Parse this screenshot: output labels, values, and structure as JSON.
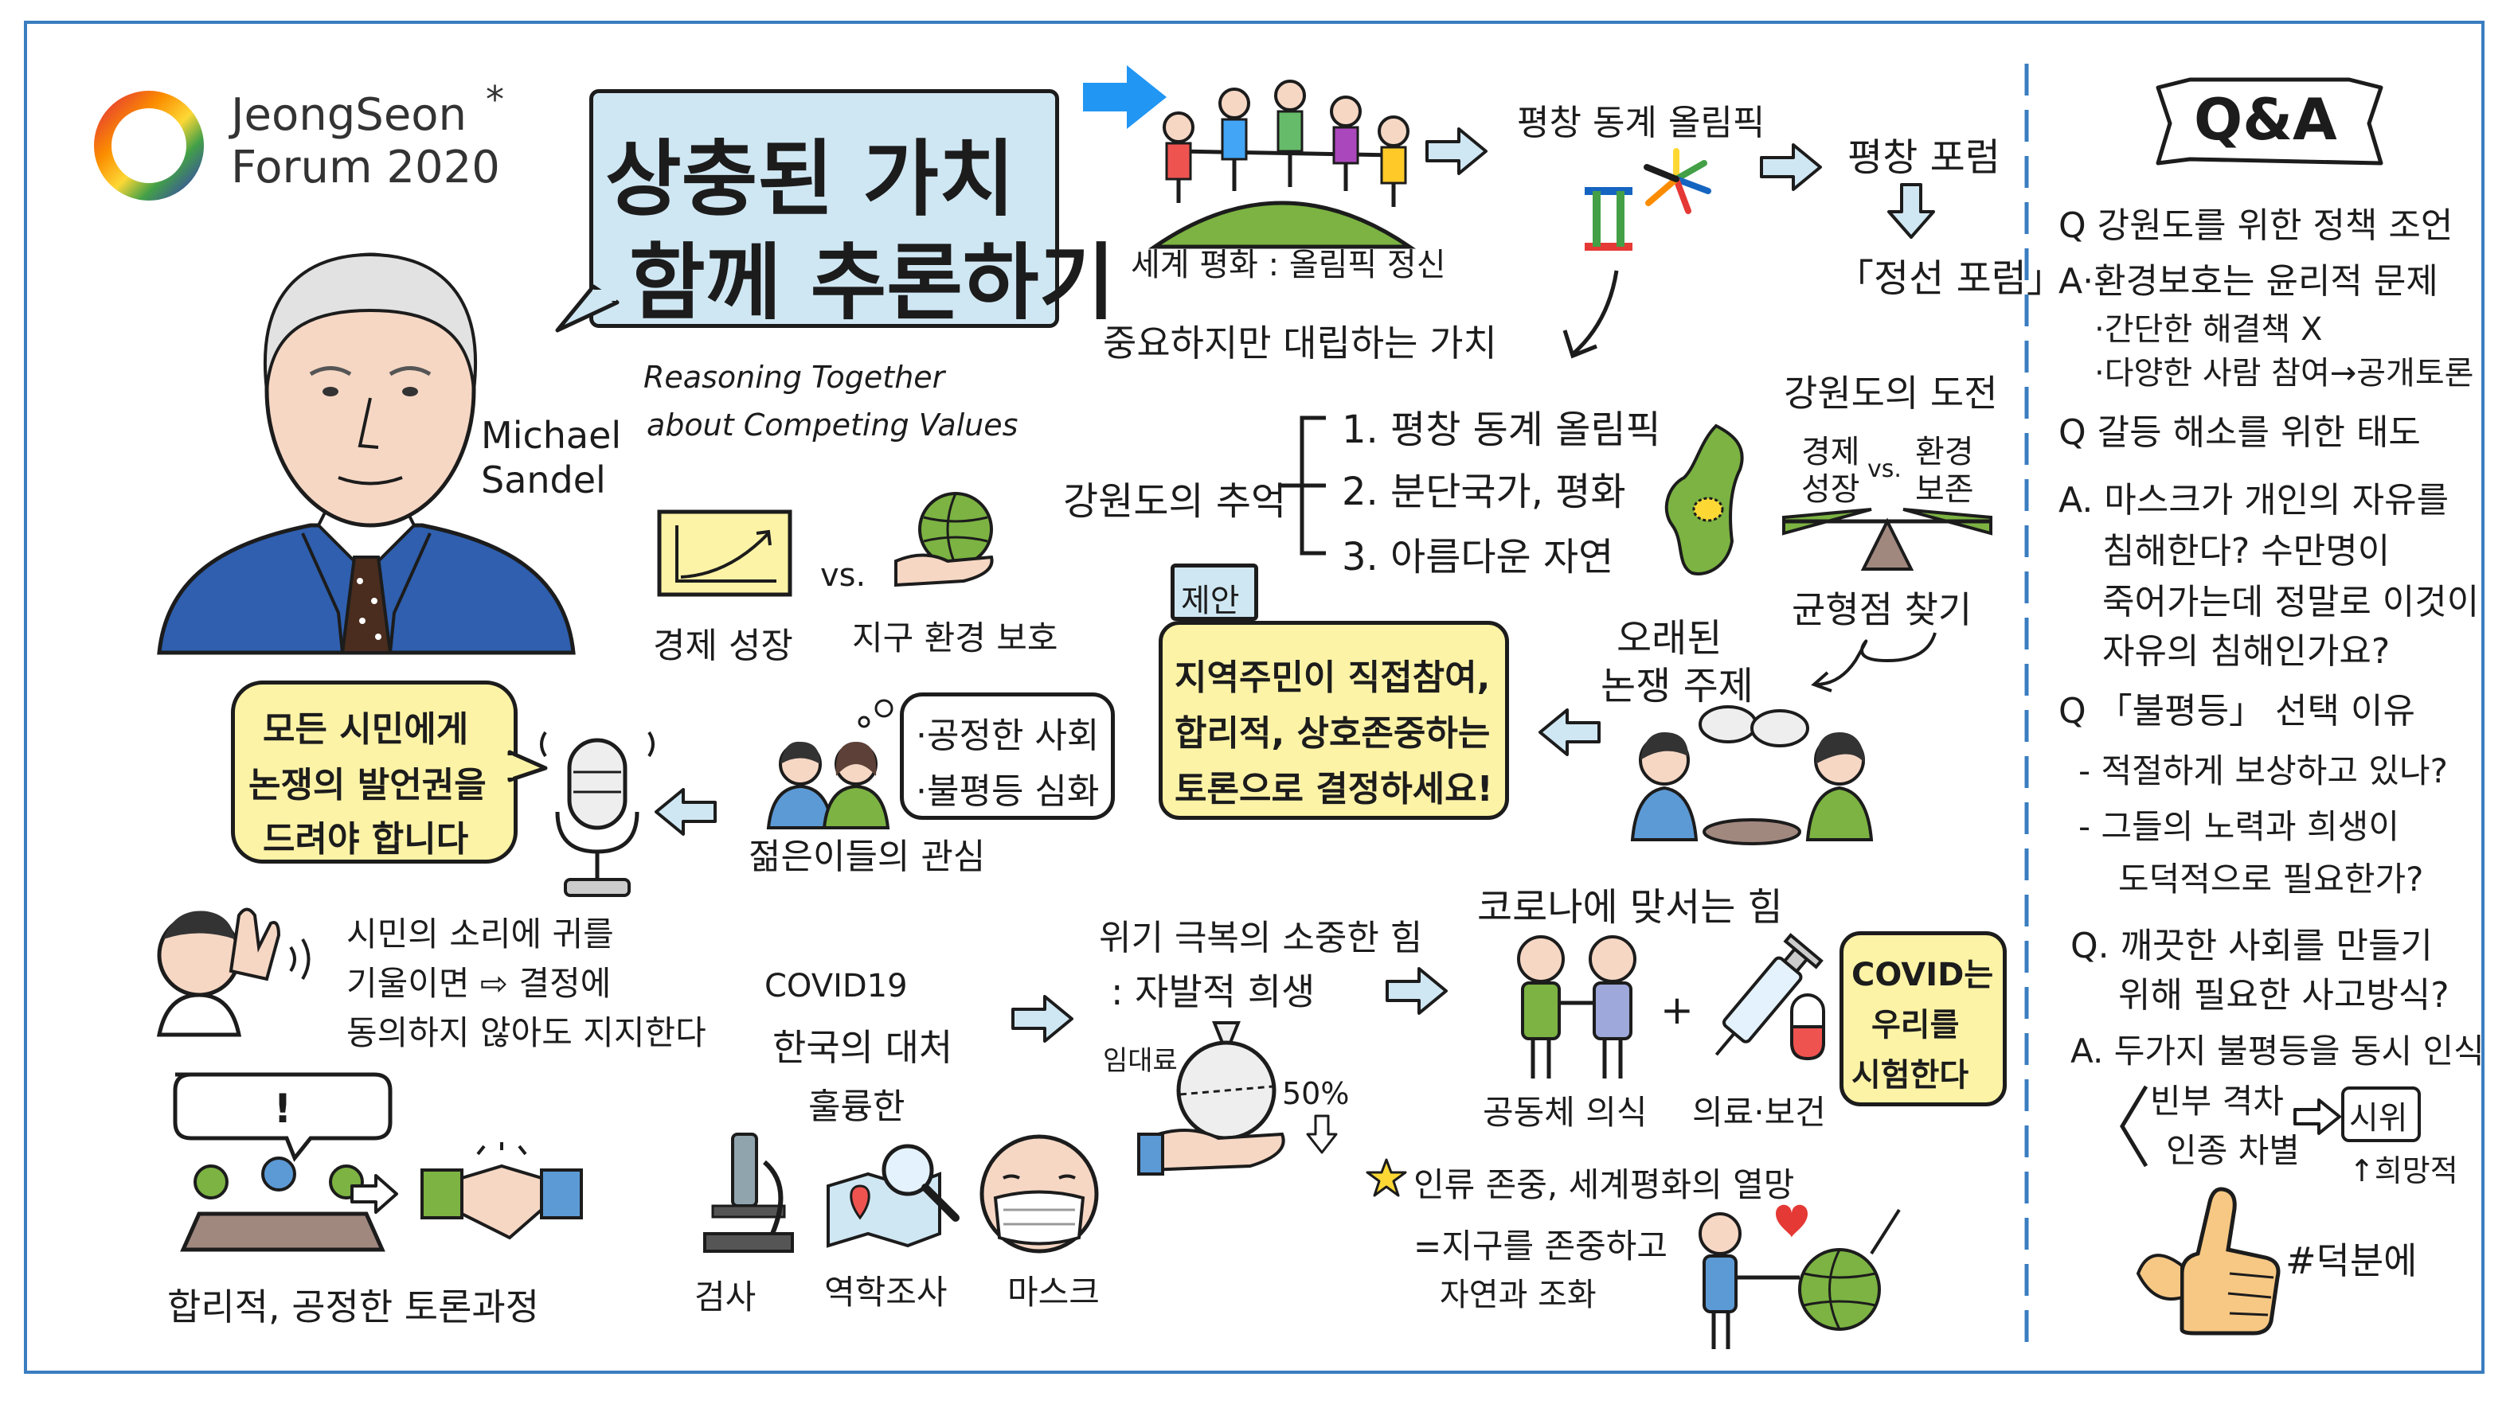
{
  "logo": {
    "brand": "JeongSeon",
    "sub": "Forum 2020",
    "star": "*"
  },
  "title": {
    "line1": "상충된 가치",
    "line2": "함께 추론하기",
    "english1": "Reasoning Together",
    "english2": "about Competing Values"
  },
  "speaker": {
    "first": "Michael",
    "last": "Sandel"
  },
  "flow": {
    "world_peace": "세계 평화 : 올림픽 정신",
    "pyeongchang": "평창 동계 올림픽",
    "pyeongchang_forum": "평창 포럼",
    "jeongseon_forum": "「정선 포럼」",
    "important_values": "중요하지만 대립하는 가치",
    "memory_label": "강원도의 추억",
    "memory_items": [
      "1. 평창 동계 올림픽",
      "2. 분단국가, 평화",
      "3. 아름다운 자연"
    ],
    "challenge_title": "강원도의 도전",
    "challenge_left": [
      "경제",
      "성장"
    ],
    "challenge_vs": "vs.",
    "challenge_right": [
      "환경",
      "보존"
    ],
    "balance": "균형점 찾기",
    "old_topic": [
      "오래된",
      "논쟁 주제"
    ],
    "economy": "경제 성장",
    "vs": "vs.",
    "earth": "지구 환경 보호",
    "proposal_tag": "제안",
    "proposal": [
      "지역주민이 직접참여,",
      "합리적, 상호존중하는",
      "토론으로 결정하세요!"
    ],
    "youth_items": [
      "·공정한 사회",
      "·불평등 심화"
    ],
    "youth_label": "젊은이들의 관심",
    "citizens_bubble": [
      "모든 시민에게",
      "논쟁의 발언권을",
      "드려야 합니다"
    ],
    "listen": [
      "시민의 소리에 귀를",
      "기울이면 ⇨ 결정에",
      "동의하지 않아도 지지한다"
    ],
    "debate_label": "합리적, 공정한 토론과정",
    "covid_label": [
      "COVID19",
      "한국의 대처",
      "훌륭한"
    ],
    "covid_tools": [
      "검사",
      "역학조사",
      "마스크"
    ],
    "crisis": [
      "위기 극복의 소중한 힘",
      ": 자발적 희생"
    ],
    "rent": "임대료",
    "fifty": "50%",
    "corona_power": "코로나에 맞서는 힘",
    "community": "공동체 의식",
    "medical": "의료·보건",
    "plus": "+",
    "covid_test": [
      "COVID는",
      "우리를",
      "시험한다"
    ],
    "hope": "인류 존중, 세계평화의 열망",
    "hope2": [
      "=지구를 존중하고",
      "자연과 조화"
    ]
  },
  "qa": {
    "title": "Q&A",
    "lines": [
      "Q 강원도를 위한 정책 조언",
      "A·환경보호는 윤리적 문제",
      "·간단한 해결책 X",
      "·다양한 사람 참여→공개토론",
      "Q 갈등 해소를 위한 태도",
      "A. 마스크가 개인의 자유를",
      "침해한다? 수만명이",
      "죽어가는데 정말로 이것이",
      "자유의 침해인가요?",
      "Q 「불평등」 선택 이유",
      "- 적절하게 보상하고 있나?",
      "- 그들의 노력과 희생이",
      "도덕적으로 필요한가?",
      "Q. 깨끗한 사회를 만들기",
      "위해 필요한 사고방식?",
      "A. 두가지 불평등을 동시 인식"
    ],
    "ineq1": "빈부 격차",
    "ineq2": "인종 차별",
    "protest": "시위",
    "hopeful": "↑희망적",
    "thanks": "#덕분에"
  },
  "colors": {
    "frame": "#3a7dc0",
    "yellow": "#fdf3a6",
    "blue": "#cfe7f3",
    "arrow": "#2196f3"
  }
}
